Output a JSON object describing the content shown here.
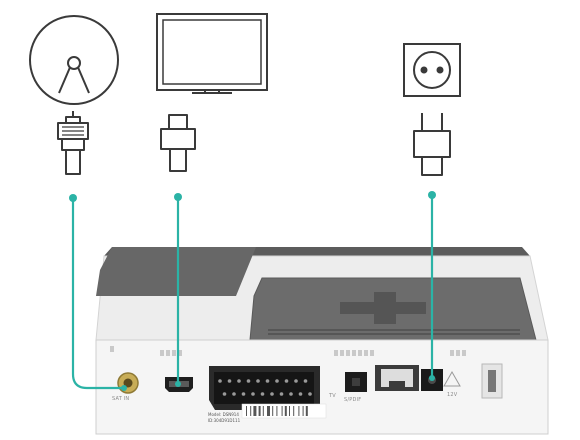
{
  "devices": [
    {
      "name": "satellite-dish",
      "icon": "satellite-dish-icon"
    },
    {
      "name": "television",
      "icon": "tv-icon"
    },
    {
      "name": "wall-socket",
      "icon": "power-socket-icon"
    }
  ],
  "connectors": [
    {
      "name": "f-connector",
      "icon": "coax-plug-icon"
    },
    {
      "name": "hdmi-plug",
      "icon": "hdmi-plug-icon"
    },
    {
      "name": "power-plug",
      "icon": "power-plug-icon"
    }
  ],
  "receiver": {
    "ports": {
      "sat_in": "SAT IN",
      "tv": "TV",
      "spdif": "S/PDIF",
      "dc": "12V"
    },
    "model_line1": "Model: DSN914",
    "model_line2": "ID:304D91D111"
  },
  "colors": {
    "cable": "#2bb3a6",
    "outline": "#3a3a3a",
    "box_body": "#f1f1f1",
    "box_top": "#6c6c6c"
  }
}
